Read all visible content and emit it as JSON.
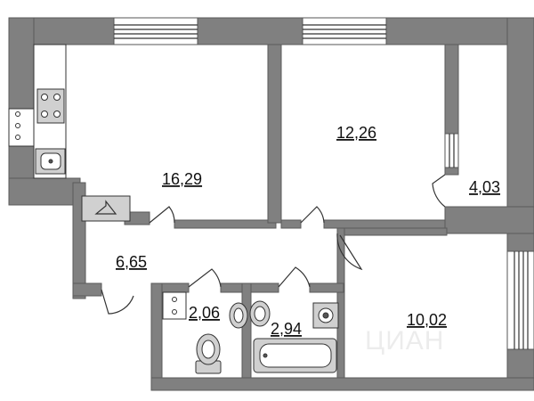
{
  "rooms": [
    {
      "id": "kitchen",
      "area": "16,29"
    },
    {
      "id": "room-1",
      "area": "12,26"
    },
    {
      "id": "balcony",
      "area": "4,03"
    },
    {
      "id": "hall",
      "area": "6,65"
    },
    {
      "id": "wc",
      "area": "2,06"
    },
    {
      "id": "bathroom",
      "area": "2,94"
    },
    {
      "id": "room-2",
      "area": "10,02"
    }
  ],
  "watermark": "ЦИАН",
  "colors": {
    "wall": "#808080",
    "background": "#ffffff",
    "fixture": "#d0d0d0"
  }
}
